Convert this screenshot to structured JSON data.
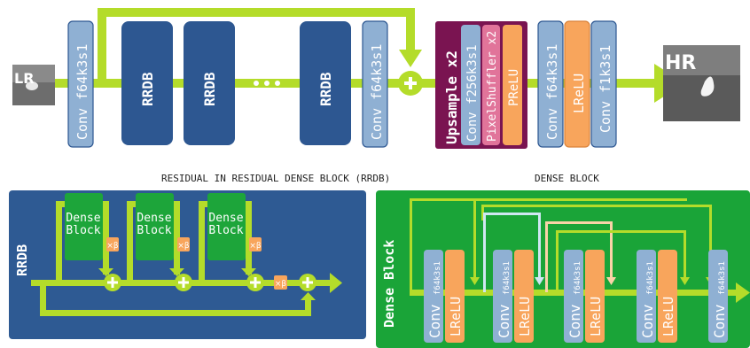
{
  "top": {
    "lr_label": "LR",
    "hr_label": "HR",
    "conv_in": "Conv f64k3s1",
    "rrdb_label": "RRDB",
    "dots": "• • •",
    "conv_mid": "Conv f64k3s1",
    "upsample_title": "Upsample x2",
    "upsample_conv": "Conv f256k3s1",
    "pixelshuffler": "PixelShuffler x2",
    "prelu": "PReLU",
    "conv_out1": "Conv f64k3s1",
    "lrelu": "LReLU",
    "conv_out2": "Conv f1k3s1"
  },
  "rrdb_panel": {
    "caption": "RESIDUAL IN RESIDUAL DENSE BLOCK (RRDB)",
    "side_label": "RRDB",
    "dense_block_line1": "Dense",
    "dense_block_line2": "Block",
    "beta": "×β"
  },
  "dense_panel": {
    "caption": "DENSE BLOCK",
    "side_label": "Dense Block",
    "conv": "Conv",
    "conv_spec": "f64k3s1",
    "lrelu": "LReLU"
  },
  "colors": {
    "green_arrow": "#b4dc2a",
    "dark_blue": "#2d5791",
    "conv_blue": "#8fb0d3",
    "upsample_purple": "#7a1451",
    "orange": "#f8a55c",
    "pink": "#e1749a",
    "panel_blue": "#2e5a93",
    "panel_green": "#1aa438",
    "dense_green": "#1da53a"
  }
}
